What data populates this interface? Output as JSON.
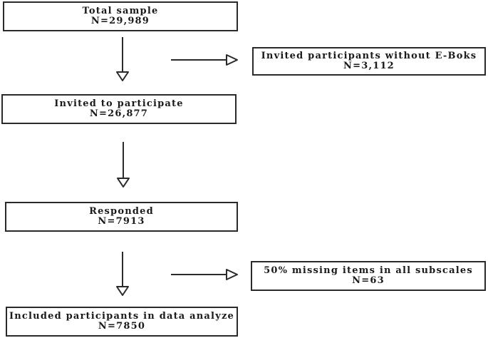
{
  "boxes": {
    "total_sample": {
      "title": "Total sample",
      "count": "N=29,989"
    },
    "without_eboks": {
      "title": "Invited participants without E-Boks",
      "count": "N=3,112"
    },
    "invited": {
      "title": "Invited to participate",
      "count": "N=26,877"
    },
    "responded": {
      "title": "Responded",
      "count": "N=7913"
    },
    "missing_items": {
      "title": "50% missing items in all subscales",
      "count": "N=63"
    },
    "included": {
      "title": "Included participants in data analyze",
      "count": "N=7850"
    }
  }
}
